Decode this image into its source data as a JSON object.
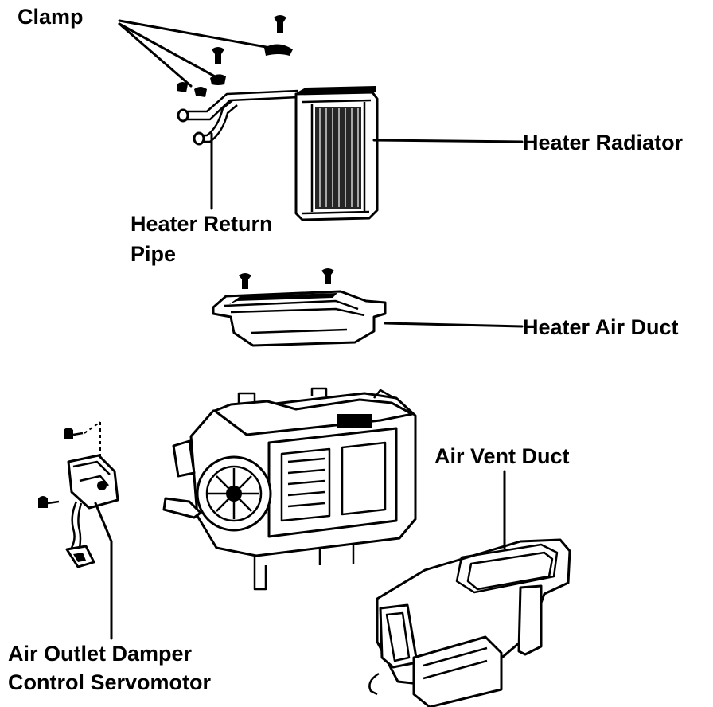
{
  "labels": {
    "clamp": "Clamp",
    "heater_radiator": "Heater Radiator",
    "heater_return_pipe_line1": "Heater Return",
    "heater_return_pipe_line2": "Pipe",
    "heater_air_duct": "Heater Air Duct",
    "air_vent_duct": "Air Vent Duct",
    "air_outlet_damper_line1": "Air Outlet Damper",
    "air_outlet_damper_line2": "Control Servomotor"
  },
  "colors": {
    "ink": "#000000",
    "paper": "#ffffff"
  }
}
